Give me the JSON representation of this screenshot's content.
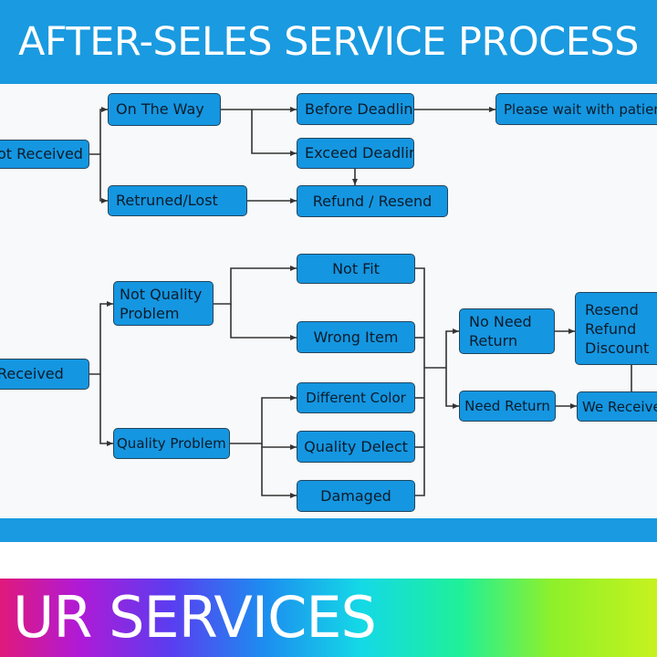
{
  "header": {
    "title": "AFTER-SELES SERVICE PROCESS"
  },
  "colors": {
    "banner": "#1a9ae0",
    "node_fill": "#1596e1",
    "node_border": "#22455c",
    "connector": "#333333"
  },
  "flow": {
    "not_received": "ot Received",
    "on_the_way": "On The Way",
    "returned_lost": "Retruned/Lost",
    "before_deadline": "Before Deadline",
    "exceed_deadline": "Exceed Deadline",
    "refund_resend": "Refund / Resend",
    "please_wait": "Please wait with patienc",
    "received": "Received",
    "not_quality_problem": "Not Quality\nProblem",
    "quality_problem": "Quality Problem",
    "not_fit": "Not Fit",
    "wrong_item": "Wrong Item",
    "different_color": "Different Color",
    "quality_defect": "Quality Delect",
    "damaged": "Damaged",
    "no_need_return": "No Need\nReturn",
    "need_return": "Need Return",
    "resend_refund_discount": "Resend\nRefund\nDiscount",
    "we_received": "We Receive"
  },
  "footer": {
    "title": "UR SERVICES"
  }
}
